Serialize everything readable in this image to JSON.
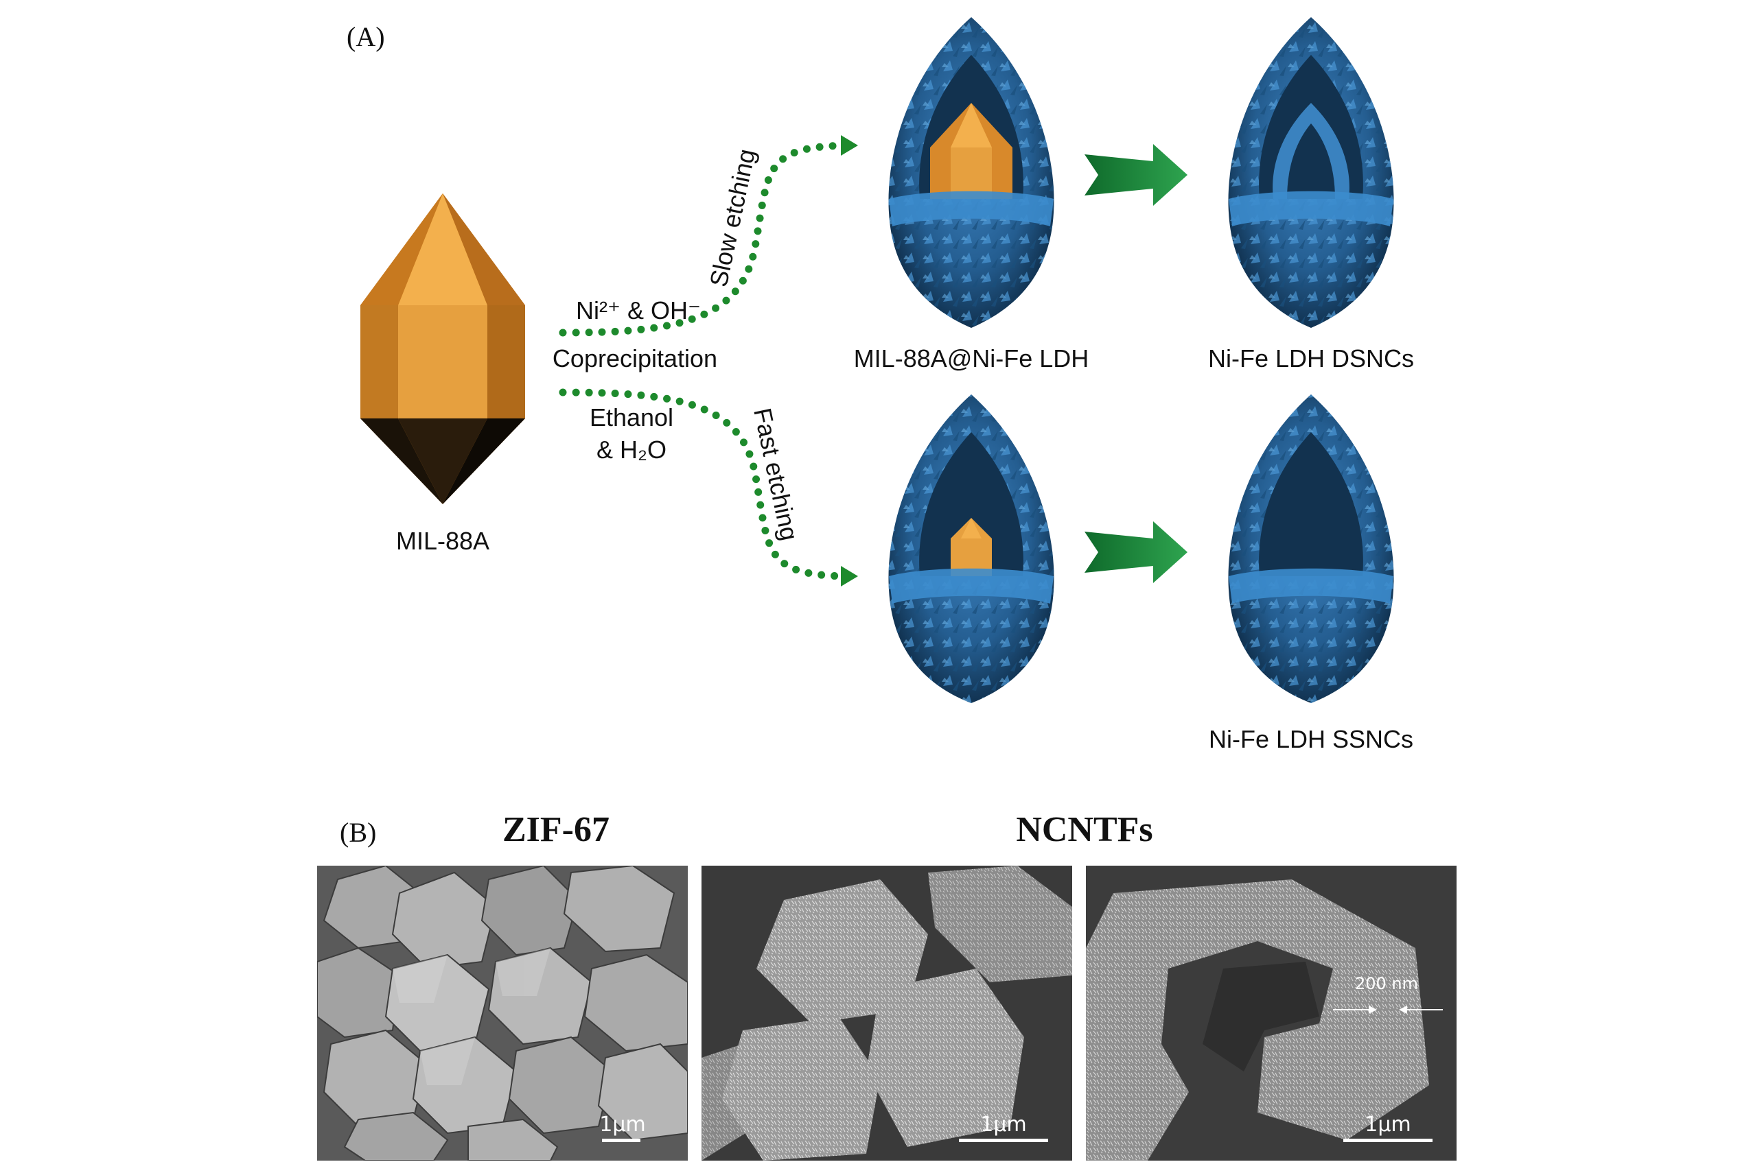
{
  "panel_a": {
    "label": "(A)",
    "start_label": "MIL-88A",
    "reagents_top": "Ni²⁺ & OH⁻",
    "reagents_mid": "Coprecipitation",
    "reagents_bot_1": "Ethanol",
    "reagents_bot_2": "& H₂O",
    "slow_path": "Slow etching",
    "fast_path": "Fast etching",
    "intermediate_label": "MIL-88A@Ni-Fe LDH",
    "product_top": "Ni-Fe LDH DSNCs",
    "product_bot": "Ni-Fe LDH SSNCs",
    "colors": {
      "mof": "#e3962e",
      "ldh": "#2f6fa8",
      "ldh_dark": "#0d2b45",
      "arrow": "#1f8a3c",
      "dots": "#1d8a2c"
    }
  },
  "panel_b": {
    "label": "(B)",
    "title_left": "ZIF-67",
    "title_right": "NCNTFs",
    "scale_1": "1μm",
    "scale_2": "1μm",
    "scale_3": "1μm",
    "thickness_label": "200 nm"
  }
}
